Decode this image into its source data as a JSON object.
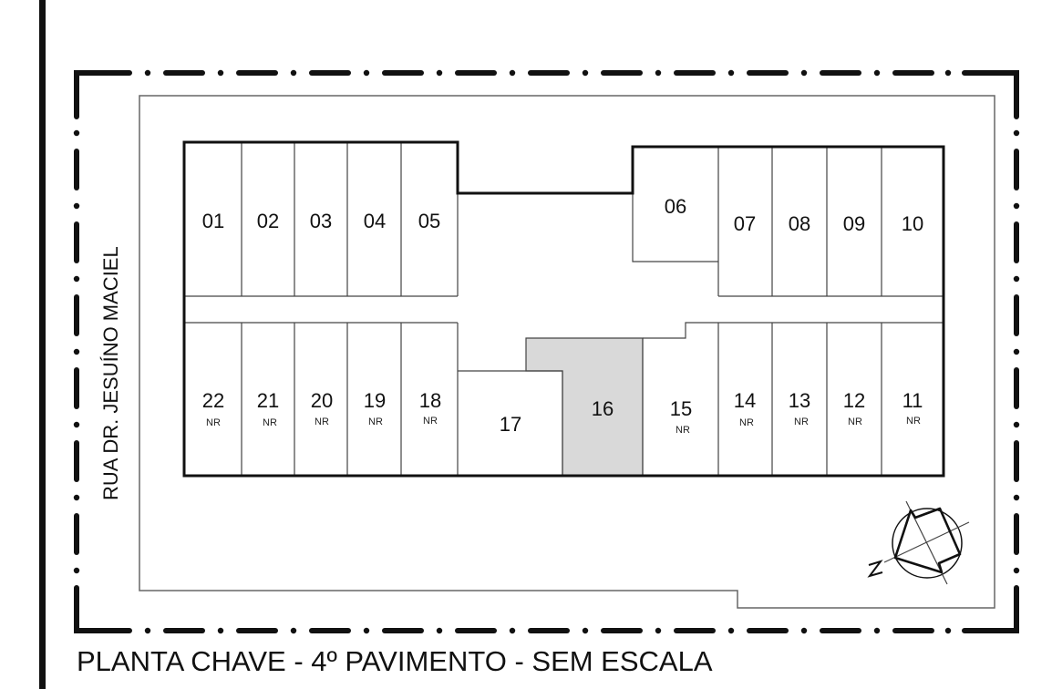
{
  "title": "PLANTA CHAVE - 4º PAVIMENTO - SEM ESCALA",
  "street": "RUA DR. JESUÍNO MACIEL",
  "colors": {
    "ink": "#111111",
    "lot_line": "#666666",
    "highlight": "#d9d9d9",
    "background": "#ffffff"
  },
  "highlighted_unit": "16",
  "north_label": "N",
  "units": {
    "u01": {
      "num": "01",
      "tag": ""
    },
    "u02": {
      "num": "02",
      "tag": ""
    },
    "u03": {
      "num": "03",
      "tag": ""
    },
    "u04": {
      "num": "04",
      "tag": ""
    },
    "u05": {
      "num": "05",
      "tag": ""
    },
    "u06": {
      "num": "06",
      "tag": ""
    },
    "u07": {
      "num": "07",
      "tag": ""
    },
    "u08": {
      "num": "08",
      "tag": ""
    },
    "u09": {
      "num": "09",
      "tag": ""
    },
    "u10": {
      "num": "10",
      "tag": ""
    },
    "u11": {
      "num": "11",
      "tag": "NR"
    },
    "u12": {
      "num": "12",
      "tag": "NR"
    },
    "u13": {
      "num": "13",
      "tag": "NR"
    },
    "u14": {
      "num": "14",
      "tag": "NR"
    },
    "u15": {
      "num": "15",
      "tag": "NR"
    },
    "u16": {
      "num": "16",
      "tag": ""
    },
    "u17": {
      "num": "17",
      "tag": ""
    },
    "u18": {
      "num": "18",
      "tag": "NR"
    },
    "u19": {
      "num": "19",
      "tag": "NR"
    },
    "u20": {
      "num": "20",
      "tag": "NR"
    },
    "u21": {
      "num": "21",
      "tag": "NR"
    },
    "u22": {
      "num": "22",
      "tag": "NR"
    }
  }
}
